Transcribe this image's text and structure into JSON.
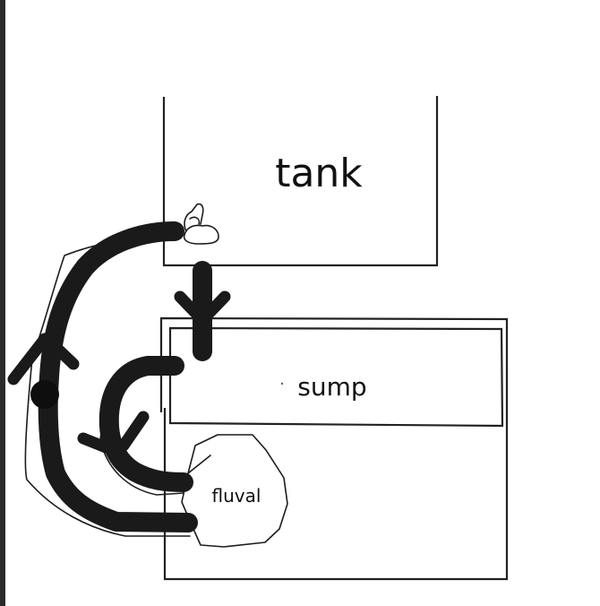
{
  "diagram": {
    "title": "",
    "nodes": [
      {
        "id": "tank",
        "label": "tank",
        "shape": "open-top rectangle"
      },
      {
        "id": "sump",
        "label": "sump",
        "shape": "rectangle with inner chamber"
      },
      {
        "id": "fluval",
        "label": "fluval",
        "shape": "hand-drawn octagon (canister filter)"
      },
      {
        "id": "intake",
        "label": "",
        "shape": "hand-drawn nozzle/outlet in tank"
      }
    ],
    "edges": [
      {
        "from": "tank",
        "to": "sump",
        "label": "",
        "style": "thick arrow pointing down (overflow drain)"
      },
      {
        "from": "sump",
        "to": "fluval",
        "label": "",
        "style": "thick curved arrow (sump feed into fluval)"
      },
      {
        "from": "fluval",
        "to": "tank",
        "label": "",
        "style": "thick curved arrow upward (return line to tank outlet)"
      }
    ],
    "colors": {
      "stroke": "#1a1a1a",
      "background": "#ffffff",
      "left_strip": "#2b2b2b"
    }
  }
}
